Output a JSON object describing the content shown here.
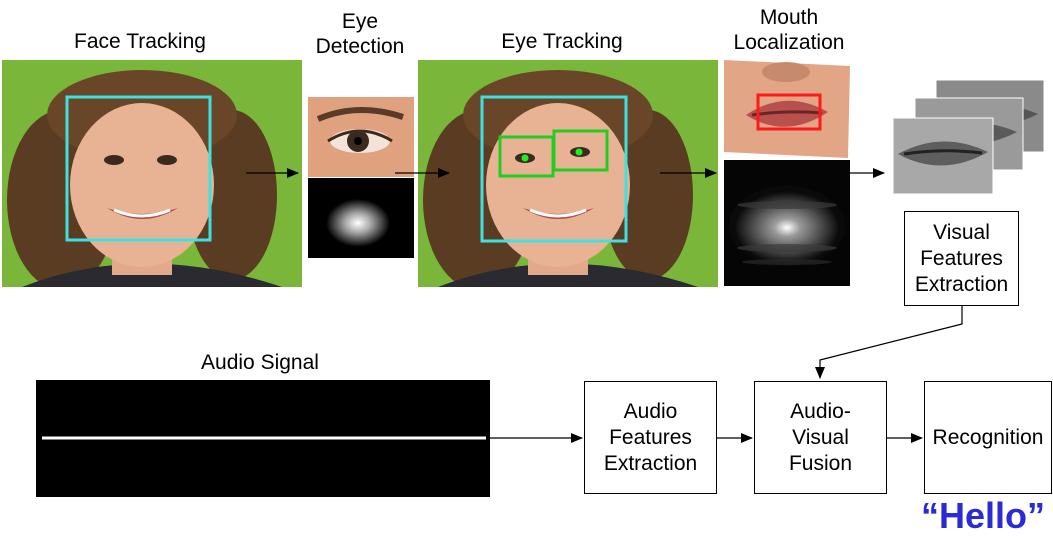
{
  "stages": {
    "face_tracking": "Face Tracking",
    "eye_detection": [
      "Eye",
      "Detection"
    ],
    "eye_tracking": "Eye Tracking",
    "mouth_localization": [
      "Mouth",
      "Localization"
    ],
    "visual_features": [
      "Visual",
      "Features",
      "Extraction"
    ],
    "audio_signal": "Audio Signal",
    "audio_features": [
      "Audio",
      "Features",
      "Extraction"
    ],
    "fusion": [
      "Audio-",
      "Visual",
      "Fusion"
    ],
    "recognition": "Recognition"
  },
  "result": "“Hello”",
  "colors": {
    "background_green": "#7ab63a",
    "face_box": "#3fe0e0",
    "eye_box": "#22cc22",
    "mouth_box": "#ff1a1a",
    "result_text": "#2a2ad6",
    "waveform": "#cfe6ff"
  }
}
